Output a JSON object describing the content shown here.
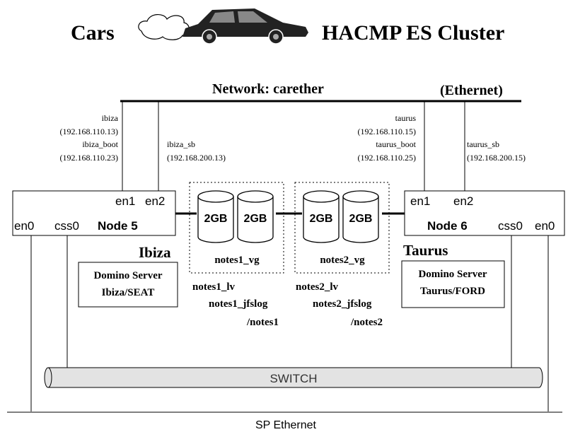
{
  "header": {
    "left_title": "Cars",
    "right_title": "HACMP ES  Cluster"
  },
  "network": {
    "label": "Network: carether",
    "type_label": "(Ethernet)"
  },
  "ip_labels": {
    "ibiza_name": "ibiza",
    "ibiza_ip": "(192.168.110.13)",
    "ibiza_boot_name": "ibiza_boot",
    "ibiza_boot_ip": "(192.168.110.23)",
    "ibiza_sb_name": "ibiza_sb",
    "ibiza_sb_ip": "(192.168.200.13)",
    "taurus_name": "taurus",
    "taurus_ip": "(192.168.110.15)",
    "taurus_boot_name": "taurus_boot",
    "taurus_boot_ip": "(192.168.110.25)",
    "taurus_sb_name": "taurus_sb",
    "taurus_sb_ip": "(192.168.200.15)"
  },
  "node5": {
    "en1": "en1",
    "en2": "en2",
    "en0": "en0",
    "css0": "css0",
    "name": "Node 5",
    "host": "Ibiza",
    "server_line1": "Domino Server",
    "server_line2": "Ibiza/SEAT"
  },
  "node6": {
    "en1": "en1",
    "en2": "en2",
    "en0": "en0",
    "css0": "css0",
    "name": "Node 6",
    "host": "Taurus",
    "server_line1": "Domino Server",
    "server_line2": "Taurus/FORD"
  },
  "storage": {
    "disk_label": "2GB",
    "vg1": "notes1_vg",
    "vg2": "notes2_vg",
    "lv1": "notes1_lv",
    "jfslog1": "notes1_jfslog",
    "fs1": "/notes1",
    "lv2": "notes2_lv",
    "jfslog2": "notes2_jfslog",
    "fs2": "/notes2"
  },
  "switch_label": "SWITCH",
  "sp_ethernet_label": "SP Ethernet"
}
